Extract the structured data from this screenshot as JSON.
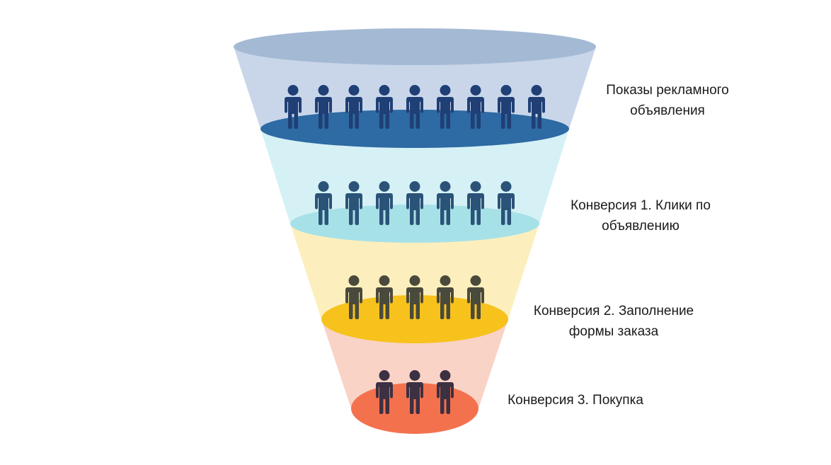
{
  "stages": [
    {
      "label_lines": [
        "Показы рекламного",
        "объявления"
      ],
      "people_count": 9,
      "section_color": "#c9d6ea",
      "disc_color": "#2e6aa3",
      "people_color": "#1f3f75"
    },
    {
      "label_lines": [
        "Конверсия 1. Клики по",
        "объявлению"
      ],
      "people_count": 7,
      "section_color": "#d5f1f5",
      "disc_color": "#a7e1e8",
      "people_color": "#2b5378"
    },
    {
      "label_lines": [
        "Конверсия 2. Заполнение",
        "формы заказа"
      ],
      "people_count": 5,
      "section_color": "#fdefbd",
      "disc_color": "#f7c21c",
      "people_color": "#4a4a3c"
    },
    {
      "label_lines": [
        "Конверсия 3. Покупка"
      ],
      "people_count": 3,
      "section_color": "#f9d3c6",
      "disc_color": "#f4714e",
      "people_color": "#3c3043"
    }
  ],
  "rim_color": "#a4b9d4"
}
